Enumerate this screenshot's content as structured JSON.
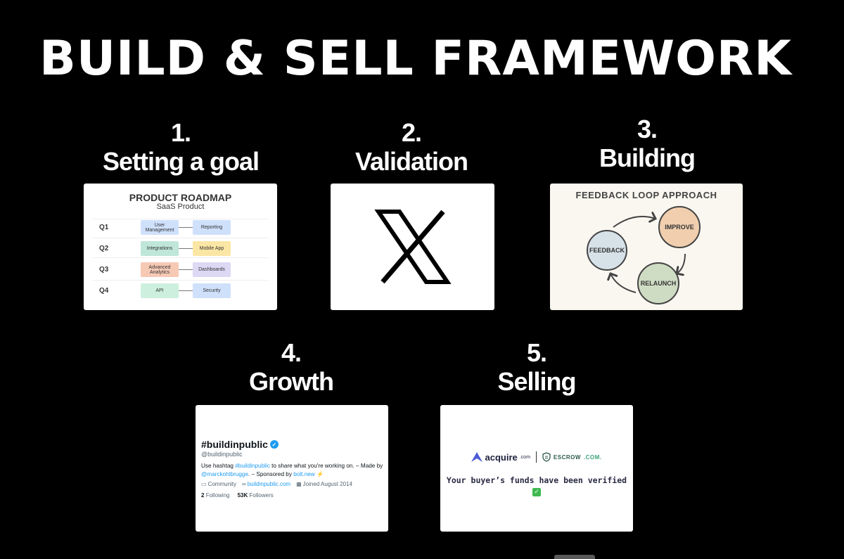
{
  "title": "BUILD & SELL FRAMEWORK",
  "steps": [
    {
      "number": "1.",
      "label": "Setting a goal"
    },
    {
      "number": "2.",
      "label": "Validation"
    },
    {
      "number": "3.",
      "label": "Building"
    },
    {
      "number": "4.",
      "label": "Growth"
    },
    {
      "number": "5.",
      "label": "Selling"
    }
  ],
  "roadmap": {
    "title": "PRODUCT ROADMAP",
    "subtitle": "SaaS Product",
    "rows": [
      {
        "quarter": "Q1",
        "left": "User Management",
        "right": "Reporting"
      },
      {
        "quarter": "Q2",
        "left": "Integrations",
        "right": "Mobile App"
      },
      {
        "quarter": "Q3",
        "left": "Advanced Analytics",
        "right": "Dashboards"
      },
      {
        "quarter": "Q4",
        "left": "API",
        "right": "Security"
      }
    ],
    "colors": {
      "left": [
        "#cfe0fb",
        "#bfe6d9",
        "#f6c9b5",
        "#cdf0de"
      ],
      "right": [
        "#cfe0fb",
        "#fbe6a5",
        "#ddd8f4",
        "#cfe0fb"
      ]
    }
  },
  "validation": {
    "icon": "x-logo-icon"
  },
  "feedback": {
    "title": "FEEDBACK LOOP APPROACH",
    "nodes": {
      "improve": "IMPROVE",
      "feedback": "FEEDBACK",
      "relaunch": "RELAUNCH"
    },
    "colors": {
      "improve": "#f1cfae",
      "feedback": "#d7e1e8",
      "relaunch": "#cfdcc4"
    }
  },
  "twitter": {
    "name": "#buildinpublic",
    "handle": "@buildinpublic",
    "bio_1": "Use hashtag ",
    "bio_tag": "#buildinpublic",
    "bio_2": " to share what you're working on. – Made by ",
    "bio_mention": "@marckohlbrugge",
    "bio_3": ". – Sponsored by ",
    "bio_link": "bolt.new",
    "bio_4": " ⚡",
    "category": "Community",
    "website": "buildinpublic.com",
    "joined": "Joined August 2014",
    "following_count": "2",
    "following_label": "Following",
    "followers_count": "53K",
    "followers_label": "Followers"
  },
  "selling": {
    "acquire": "acquire",
    "acquire_suffix": ".com",
    "escrow": "ESCROW",
    "escrow_suffix": ".COM.",
    "message": "Your buyer’s funds have been verified"
  }
}
